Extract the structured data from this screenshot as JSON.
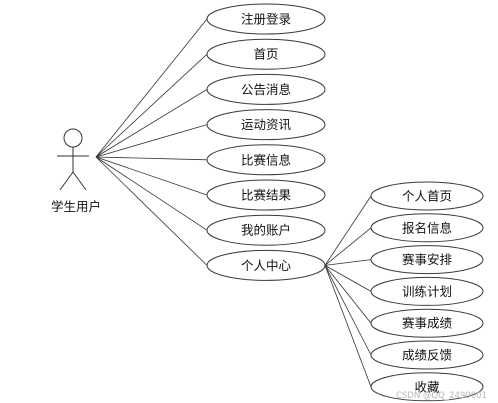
{
  "diagram": {
    "actor": {
      "name": "学生用户"
    },
    "use_cases": [
      {
        "id": "register-login",
        "label": "注册登录"
      },
      {
        "id": "home",
        "label": "首页"
      },
      {
        "id": "announcements",
        "label": "公告消息"
      },
      {
        "id": "sports-news",
        "label": "运动资讯"
      },
      {
        "id": "competition-info",
        "label": "比赛信息"
      },
      {
        "id": "competition-results",
        "label": "比赛结果"
      },
      {
        "id": "my-account",
        "label": "我的账户"
      },
      {
        "id": "personal-center",
        "label": "个人中心"
      }
    ],
    "personal_center_items": [
      {
        "id": "personal-home",
        "label": "个人首页"
      },
      {
        "id": "registration-info",
        "label": "报名信息"
      },
      {
        "id": "match-schedule",
        "label": "赛事安排"
      },
      {
        "id": "training-plan",
        "label": "训练计划"
      },
      {
        "id": "match-scores",
        "label": "赛事成绩"
      },
      {
        "id": "score-feedback",
        "label": "成绩反馈"
      },
      {
        "id": "favorites",
        "label": "收藏"
      }
    ]
  },
  "watermark": "CSDN @QQ_2490001"
}
